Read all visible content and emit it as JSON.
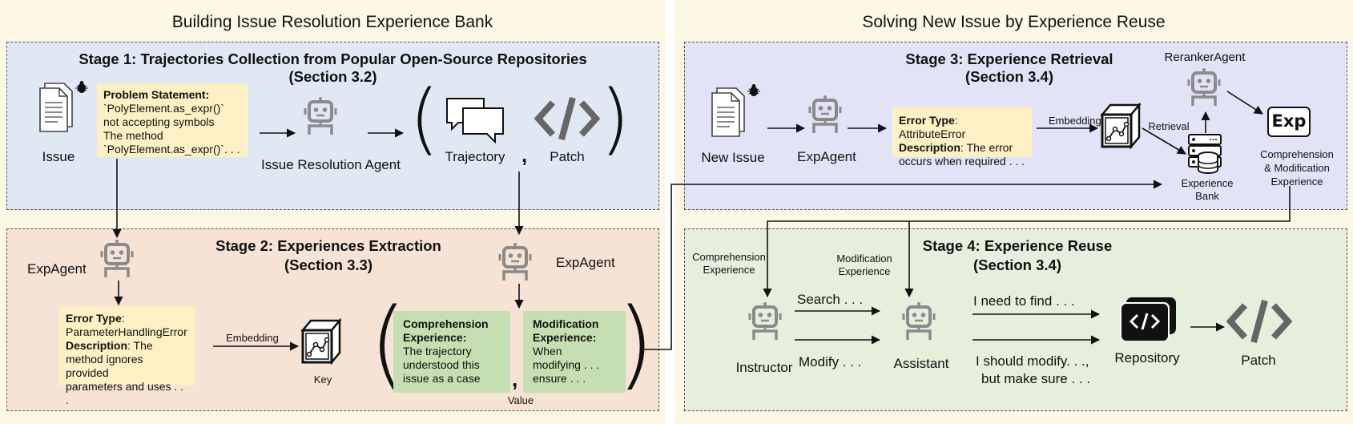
{
  "left": {
    "title": "Building Issue Resolution Experience Bank",
    "stage1": {
      "title": "Stage 1: Trajectories Collection from Popular Open-Source Repositories",
      "section": "(Section 3.2)",
      "issue_label": "Issue",
      "problem_heading": "Problem Statement:",
      "problem_lines": [
        "`PolyElement.as_expr()`",
        "not accepting symbols",
        "The method",
        "`PolyElement.as_expr()`. . ."
      ],
      "agent_label": "Issue Resolution Agent",
      "trajectory_label": "Trajectory",
      "comma": ",",
      "patch_label": "Patch"
    },
    "stage2": {
      "title": "Stage 2: Experiences Extraction",
      "section": "(Section 3.3)",
      "expagent_left": "ExpAgent",
      "expagent_right": "ExpAgent",
      "error_type_heading": "Error Type",
      "error_type_colon": ":",
      "error_type_value": "ParameterHandlingError",
      "description_heading": "Description",
      "description_text": ": The",
      "description_lines": [
        "method ignores provided",
        "parameters and uses . . ."
      ],
      "embedding_label": "Embedding",
      "key_label": "Key",
      "comp_heading_1": "Comprehension",
      "comp_heading_2": "Experience:",
      "comp_lines": [
        "The trajectory",
        "understood this",
        "issue as a case"
      ],
      "comma": ",",
      "mod_heading_1": "Modification",
      "mod_heading_2": "Experience:",
      "mod_lines": [
        "When",
        "modifying . . .",
        "ensure . . ."
      ],
      "value_label": "Value"
    }
  },
  "right": {
    "title": "Solving New Issue by Experience Reuse",
    "stage3": {
      "title": "Stage 3: Experience Retrieval",
      "section": "(Section 3.4)",
      "new_issue_label": "New Issue",
      "expagent_label": "ExpAgent",
      "error_type_heading": "Error Type",
      "error_type_value": ": AttributeError",
      "description_heading": "Description",
      "description_text": ": The error",
      "description_line2": "occurs when required . . .",
      "embedding_label": "Embedding",
      "retrieval_label": "Retrieval",
      "reranker_label": "RerankerAgent",
      "exp_logo": "Exp",
      "bank_label_1": "Experience",
      "bank_label_2": "Bank",
      "comp_mod_1": "Comprehension",
      "comp_mod_2": "& Modification",
      "comp_mod_3": "Experience"
    },
    "stage4": {
      "title": "Stage 4: Experience Reuse",
      "section": "(Section 3.4)",
      "comprehension_1": "Comprehension",
      "comprehension_2": "Experience",
      "modification_1": "Modification",
      "modification_2": "Experience",
      "instructor_label": "Instructor",
      "search_label": "Search . . .",
      "modify_label": "Modify  . . .",
      "assistant_label": "Assistant",
      "need_find": "I need to find . . .",
      "should_modify_1": "I should modify. . .,",
      "should_modify_2": "but make sure . . .",
      "repository_label": "Repository",
      "patch_label": "Patch"
    }
  },
  "colors": {
    "panel_bg": "#fdf7e6",
    "stage1_bg": "#dfe8f3",
    "stage2_bg": "#f7e2d6",
    "stage3_bg": "#e3e3f8",
    "stage4_bg": "#e6efdc",
    "note_bg": "#fdf0c4",
    "green_bg": "#c5dfb2",
    "robot_gray": "#8a8a8a"
  },
  "icons": [
    "document-icon",
    "bug-icon",
    "robot-icon",
    "chat-bubbles-icon",
    "code-icon",
    "key-box-icon",
    "database-server-icon",
    "exp-logo-icon",
    "repository-icon"
  ]
}
